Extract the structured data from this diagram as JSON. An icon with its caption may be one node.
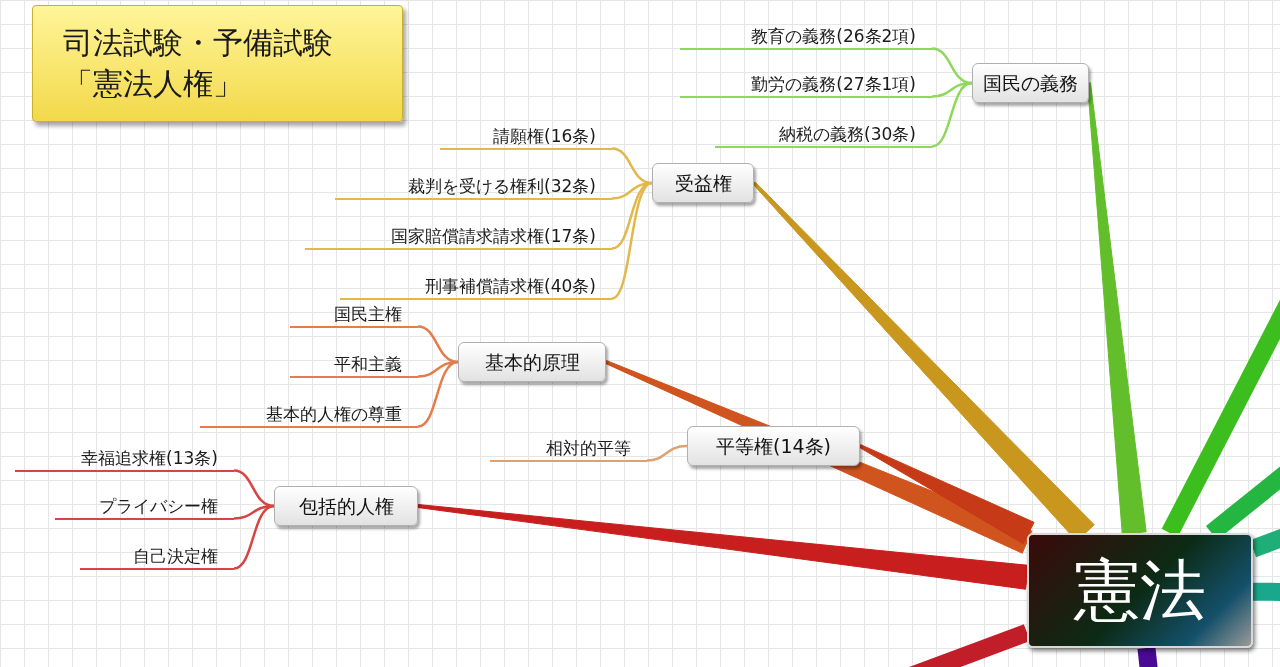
{
  "diagram": {
    "title": "司法試験・予備試験「憲法人権」",
    "nodes": [
      {
        "text": [
          "憲法"
        ]
      },
      {
        "text": [
          "国民の義務"
        ]
      },
      {
        "text": [
          "教育の義務(26条2項)"
        ]
      },
      {
        "text": [
          "勤労の義務(27条1項)"
        ]
      },
      {
        "text": [
          "納税の義務(30条)"
        ]
      },
      {
        "text": [
          "受益権"
        ]
      },
      {
        "text": [
          "請願権(16条)"
        ]
      },
      {
        "text": [
          "裁判を受ける権利(32条)"
        ]
      },
      {
        "text": [
          "国家賠償請求請求権(17条)"
        ]
      },
      {
        "text": [
          "刑事補償請求権(40条)"
        ]
      },
      {
        "text": [
          "基本的原理"
        ]
      },
      {
        "text": [
          "国民主権"
        ]
      },
      {
        "text": [
          "平和主義"
        ]
      },
      {
        "text": [
          "基本的人権の尊重"
        ]
      },
      {
        "text": [
          "平等権(14条)"
        ]
      },
      {
        "text": [
          "相対的平等"
        ]
      },
      {
        "text": [
          "包括的人権"
        ]
      },
      {
        "text": [
          "幸福追求権(13条)"
        ]
      },
      {
        "text": [
          "プライバシー権"
        ]
      },
      {
        "text": [
          "自己決定権"
        ]
      }
    ],
    "edges": [
      {
        "from": 0,
        "to": 1,
        "arrow": "none",
        "style": "thick",
        "color": "#62be2a"
      },
      {
        "from": 1,
        "to": 2,
        "arrow": "none",
        "color": "#8fd85c"
      },
      {
        "from": 1,
        "to": 3,
        "arrow": "none",
        "color": "#8fd85c"
      },
      {
        "from": 1,
        "to": 4,
        "arrow": "none",
        "color": "#8fd85c"
      },
      {
        "from": 0,
        "to": 5,
        "arrow": "none",
        "style": "thick",
        "color": "#c9961e"
      },
      {
        "from": 5,
        "to": 6,
        "arrow": "none",
        "color": "#e2b84a"
      },
      {
        "from": 5,
        "to": 7,
        "arrow": "none",
        "color": "#e2b84a"
      },
      {
        "from": 5,
        "to": 8,
        "arrow": "none",
        "color": "#e2b84a"
      },
      {
        "from": 5,
        "to": 9,
        "arrow": "none",
        "color": "#e2b84a"
      },
      {
        "from": 0,
        "to": 10,
        "arrow": "none",
        "style": "thick",
        "color": "#d0541e"
      },
      {
        "from": 10,
        "to": 11,
        "arrow": "none",
        "color": "#e47c4c"
      },
      {
        "from": 10,
        "to": 12,
        "arrow": "none",
        "color": "#e47c4c"
      },
      {
        "from": 10,
        "to": 13,
        "arrow": "none",
        "color": "#e47c4c"
      },
      {
        "from": 0,
        "to": 14,
        "arrow": "none",
        "style": "thick",
        "color": "#c63a18"
      },
      {
        "from": 14,
        "to": 15,
        "arrow": "none",
        "color": "#e0a070"
      },
      {
        "from": 0,
        "to": 16,
        "arrow": "none",
        "style": "thick",
        "color": "#c81e1e"
      },
      {
        "from": 16,
        "to": 17,
        "arrow": "none",
        "color": "#d84444"
      },
      {
        "from": 16,
        "to": 18,
        "arrow": "none",
        "color": "#d84444"
      },
      {
        "from": 16,
        "to": 19,
        "arrow": "none",
        "color": "#d84444"
      },
      {
        "from": 0,
        "to": null,
        "arrow": "none",
        "style": "thick",
        "color": "#3cbf1e"
      },
      {
        "from": 0,
        "to": null,
        "arrow": "none",
        "style": "thick",
        "color": "#24b640"
      },
      {
        "from": 0,
        "to": null,
        "arrow": "none",
        "style": "thick",
        "color": "#1fae78"
      },
      {
        "from": 0,
        "to": null,
        "arrow": "none",
        "style": "thick",
        "color": "#1aa88c"
      },
      {
        "from": 0,
        "to": null,
        "arrow": "none",
        "style": "thick",
        "color": "#4b0a96"
      },
      {
        "from": 0,
        "to": null,
        "arrow": "none",
        "style": "thick",
        "color": "#c21e2a"
      }
    ]
  }
}
